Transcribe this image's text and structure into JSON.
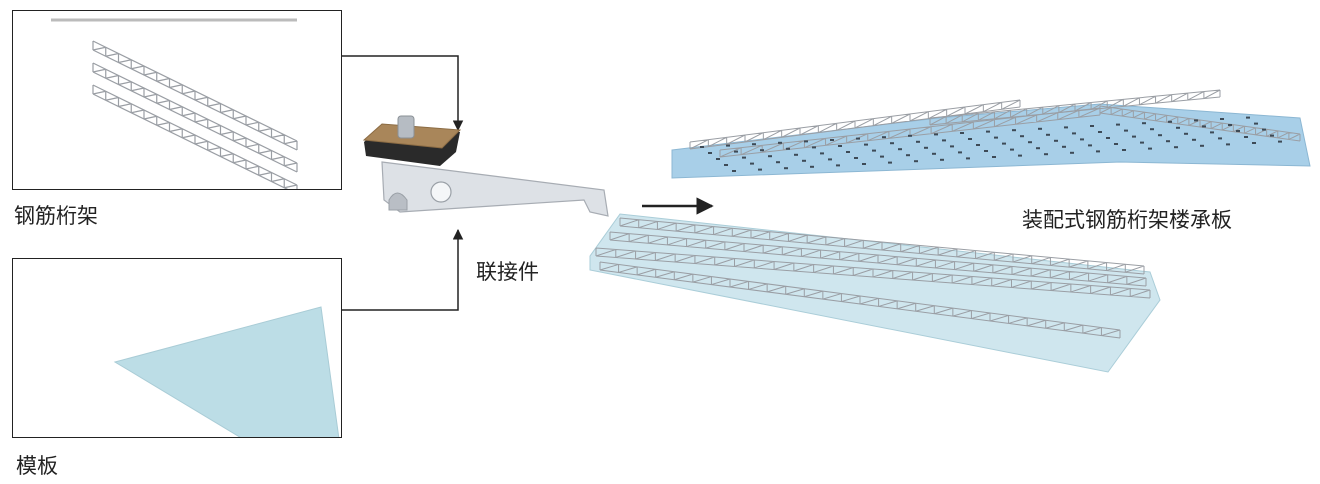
{
  "labels": {
    "truss": "钢筋桁架",
    "formwork": "模板",
    "connector": "联接件",
    "deck": "装配式钢筋桁架楼承板"
  },
  "colors": {
    "formwork_fill": "#bcdde6",
    "deck_fill": "#a8cfe8",
    "steel": "#9a9ea4",
    "connector_pad": "#a9865a",
    "arrow": "#222222"
  }
}
